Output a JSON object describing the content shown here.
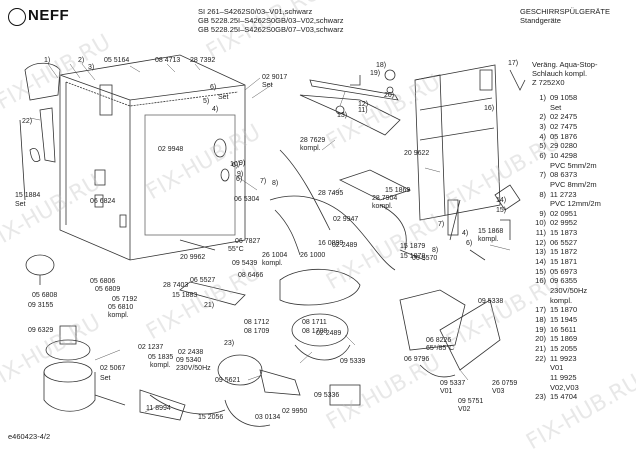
{
  "header": {
    "brand": "NEFF",
    "models": [
      "SI 261–S4262S0/03–V01,schwarz",
      "GB 5228.25I–S4262S0GB/03–V02,schwarz",
      "GB 5228.25I–S4262S0GB/07–V03,schwarz"
    ],
    "category": "GESCHIRRSPÜLGERÄTE",
    "subcategory": "Standgeräte",
    "doc_id": "e460423-4/2"
  },
  "watermark": "FIX-HUB.RU",
  "legend": {
    "note": [
      "Veräng. Aqua-Stop-",
      "Schlauch kompl.",
      "Z 7252X0"
    ],
    "items": [
      {
        "idx": "1)",
        "text": "09 1058"
      },
      {
        "idx": "",
        "text": "Set"
      },
      {
        "idx": "2)",
        "text": "02 2475"
      },
      {
        "idx": "3)",
        "text": "02 7475"
      },
      {
        "idx": "4)",
        "text": "05 1876"
      },
      {
        "idx": "5)",
        "text": "29 0280"
      },
      {
        "idx": "6)",
        "text": "10 4298"
      },
      {
        "idx": "",
        "text": "PVC 5mm/2m"
      },
      {
        "idx": "7)",
        "text": "08 6373"
      },
      {
        "idx": "",
        "text": "PVC 8mm/2m"
      },
      {
        "idx": "8)",
        "text": "11 2723"
      },
      {
        "idx": "",
        "text": "PVC 12mm/2m"
      },
      {
        "idx": "9)",
        "text": "02 0951"
      },
      {
        "idx": "10)",
        "text": "02 9952"
      },
      {
        "idx": "11)",
        "text": "15 1873"
      },
      {
        "idx": "12)",
        "text": "06 5527"
      },
      {
        "idx": "13)",
        "text": "15 1872"
      },
      {
        "idx": "14)",
        "text": "15 1871"
      },
      {
        "idx": "15)",
        "text": "05 6973"
      },
      {
        "idx": "16)",
        "text": "09 6355"
      },
      {
        "idx": "",
        "text": "230V/50Hz"
      },
      {
        "idx": "",
        "text": "kompl."
      },
      {
        "idx": "17)",
        "text": "15 1870"
      },
      {
        "idx": "18)",
        "text": "15 1945"
      },
      {
        "idx": "19)",
        "text": "16 5611"
      },
      {
        "idx": "20)",
        "text": "15 1869"
      },
      {
        "idx": "21)",
        "text": "15 2055"
      },
      {
        "idx": "22)",
        "text": "11 9923"
      },
      {
        "idx": "",
        "text": "V01"
      },
      {
        "idx": "",
        "text": "11 9925"
      },
      {
        "idx": "",
        "text": "V02,V03"
      },
      {
        "idx": "23)",
        "text": "15 4704"
      }
    ]
  },
  "labels": [
    "1)",
    "2)",
    "3)",
    "22)",
    "05 5164",
    "08 4713",
    "28 7392",
    "6)",
    "Set",
    "5)",
    "4)",
    "02 9017",
    "Set",
    "02 9948",
    "12)",
    "11)",
    "13)",
    "6)",
    "6)",
    "28 7629",
    "kompl.",
    "15 1884",
    "Set",
    "10)",
    "9)",
    "9)",
    "7)",
    "8)",
    "28 7495",
    "06 5304",
    "28 7904",
    "kompl.",
    "02 9947",
    "06 6824",
    "06 7827",
    "55°C",
    "16 0899",
    "20 9962",
    "09 5439",
    "26 1004",
    "kompl.",
    "26 1000",
    "15 1879",
    "15 1878",
    "09 3155",
    "28 7403",
    "06 5527",
    "08 6466",
    "15 1883",
    "21)",
    "05 6806",
    "05 6808",
    "05 6809",
    "05 7192",
    "05 6810",
    "kompl.",
    "09 6329",
    "02 1237",
    "05 1835",
    "kompl.",
    "02 5067",
    "Set",
    "02 2438",
    "09 5340",
    "230V/50Hz",
    "09 5621",
    "08 1712",
    "08 1709",
    "08 1711",
    "08 1708",
    "23)",
    "09 5339",
    "11 8994",
    "15 2056",
    "03 0134",
    "02 2489",
    "02 9950",
    "09 5336",
    "06 8226",
    "65°/85°C",
    "06 9796",
    "09 5338",
    "06 5570",
    "02 2489",
    "09 5337",
    "V01",
    "09 5751",
    "V02",
    "26 0759",
    "V03",
    "17)",
    "18)",
    "19)",
    "20)",
    "16)",
    "14)",
    "15)",
    "20 9622",
    "15 1869",
    "15 1868",
    "kompl.",
    "7)",
    "8)",
    "4)",
    "6)"
  ]
}
